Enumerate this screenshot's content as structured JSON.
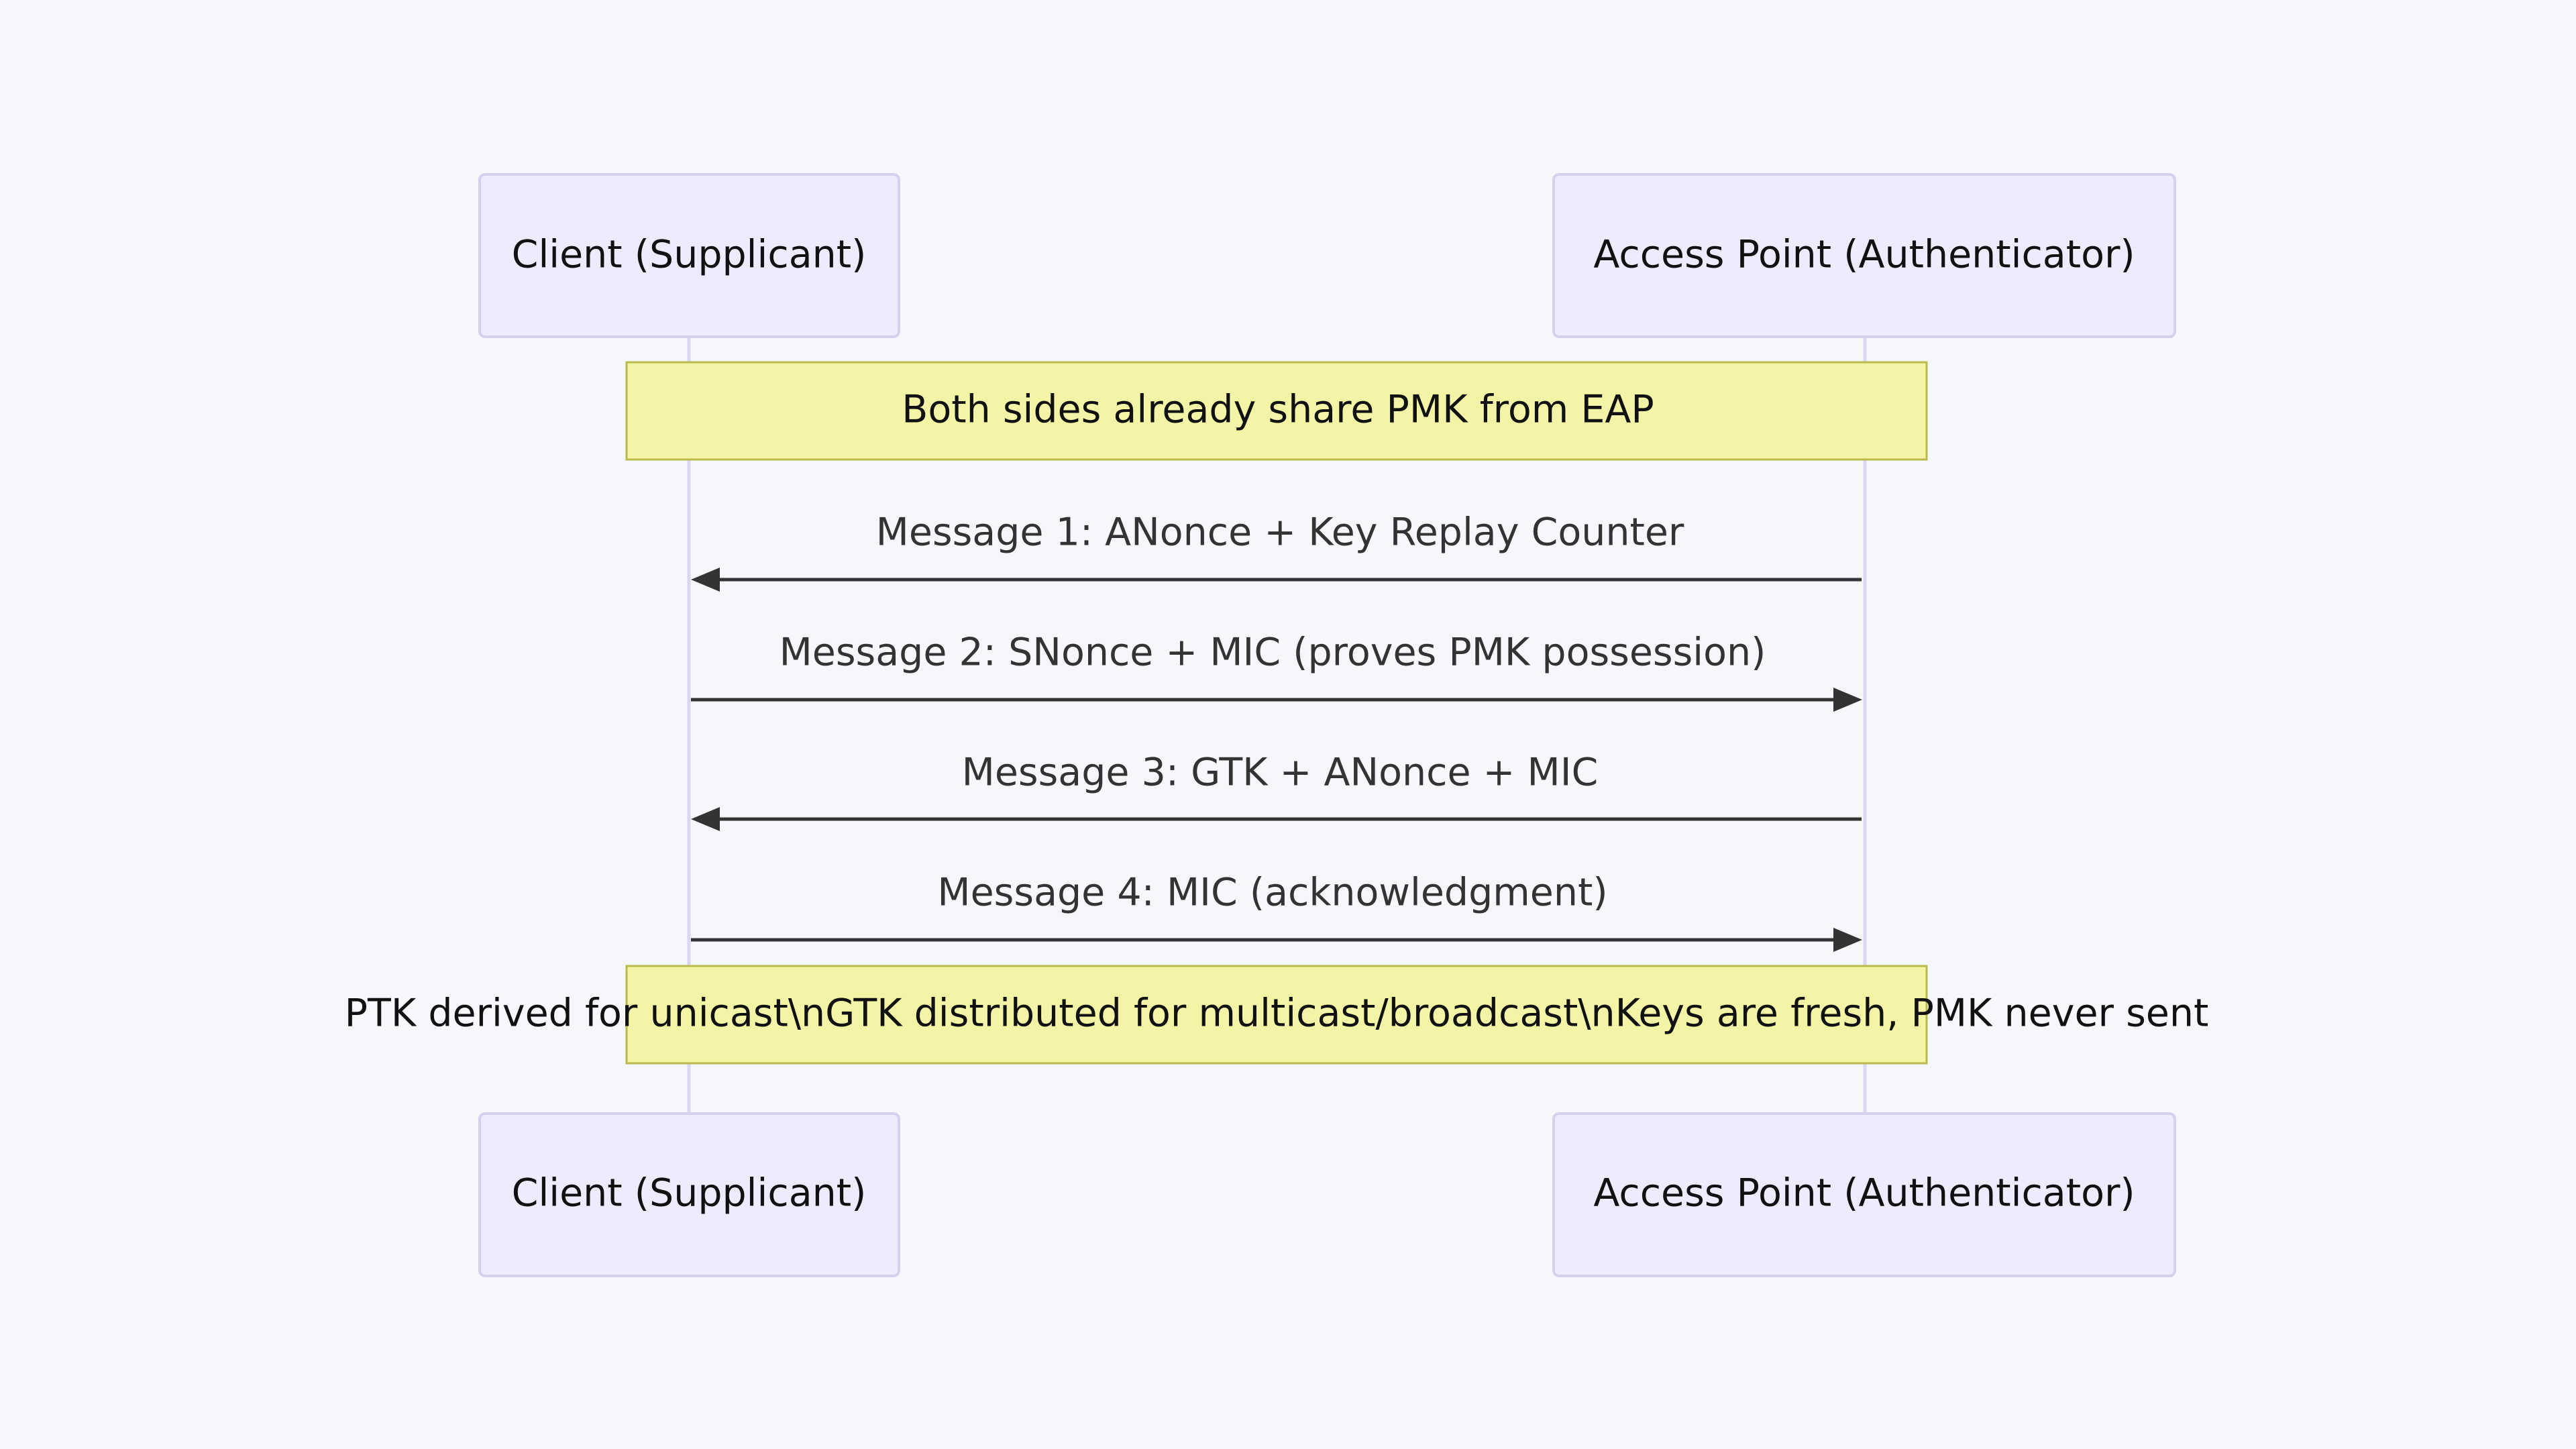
{
  "participants": [
    {
      "name": "Client (Supplicant)"
    },
    {
      "name": "Access Point (Authenticator)"
    }
  ],
  "notes": [
    {
      "text": "Both sides already share PMK from EAP"
    },
    {
      "text": "PTK derived for unicast\\nGTK distributed for multicast/broadcast\\nKeys are fresh, PMK never sent"
    }
  ],
  "messages": [
    {
      "text": "Message 1: ANonce + Key Replay Counter",
      "from": "Access Point (Authenticator)",
      "to": "Client (Supplicant)"
    },
    {
      "text": "Message 2: SNonce + MIC (proves PMK possession)",
      "from": "Client (Supplicant)",
      "to": "Access Point (Authenticator)"
    },
    {
      "text": "Message 3: GTK + ANonce + MIC",
      "from": "Access Point (Authenticator)",
      "to": "Client (Supplicant)"
    },
    {
      "text": "Message 4: MIC (acknowledgment)",
      "from": "Client (Supplicant)",
      "to": "Access Point (Authenticator)"
    }
  ],
  "colors": {
    "background": "#f6f7fb",
    "actor_fill": "#ececfe",
    "actor_border": "#d4d1ef",
    "note_fill": "#f4f4a6",
    "note_border": "#b9b94c",
    "arrow": "#333333"
  }
}
